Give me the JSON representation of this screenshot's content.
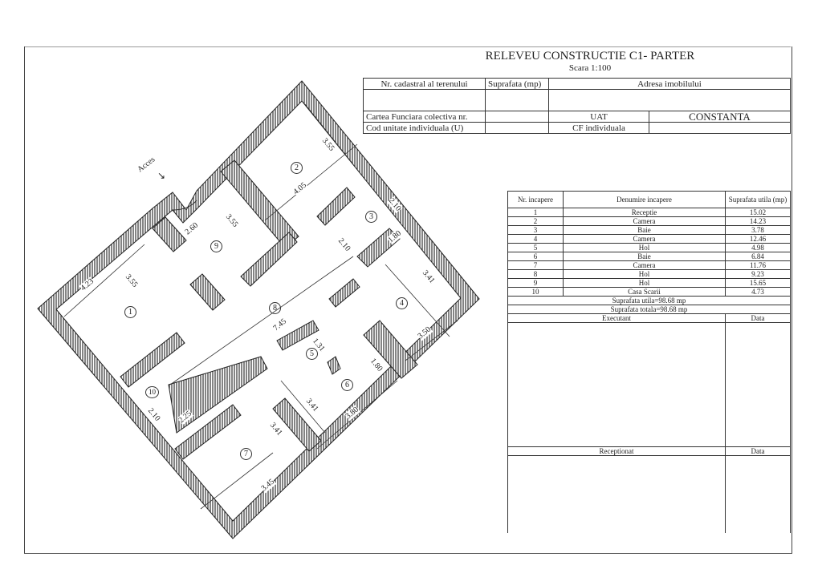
{
  "header": {
    "title": "RELEVEU CONSTRUCTIE C1- PARTER",
    "scale": "Scara 1:100"
  },
  "info_table": {
    "cadastral_label": "Nr. cadastral al terenului",
    "suprafata_label": "Suprafata (mp)",
    "adresa_label": "Adresa imobilului",
    "carte_funciara_label": "Cartea Funciara colectiva nr.",
    "uat_label": "UAT",
    "uat_value": "CONSTANTA",
    "cod_unitate_label": "Cod unitate individuala (U)",
    "cf_individuala_label": "CF individuala"
  },
  "rooms_table": {
    "headers": [
      "Nr. incapere",
      "Denumire incapere",
      "Suprafata utila (mp)"
    ],
    "rows": [
      {
        "nr": "1",
        "name": "Receptie",
        "area": "15.02"
      },
      {
        "nr": "2",
        "name": "Camera",
        "area": "14.23"
      },
      {
        "nr": "3",
        "name": "Baie",
        "area": "3.78"
      },
      {
        "nr": "4",
        "name": "Camera",
        "area": "12.46"
      },
      {
        "nr": "5",
        "name": "Hol",
        "area": "4.98"
      },
      {
        "nr": "6",
        "name": "Baie",
        "area": "6.84"
      },
      {
        "nr": "7",
        "name": "Camera",
        "area": "11.76"
      },
      {
        "nr": "8",
        "name": "Hol",
        "area": "9.23"
      },
      {
        "nr": "9",
        "name": "Hol",
        "area": "15.65"
      },
      {
        "nr": "10",
        "name": "Casa Scarii",
        "area": "4.73"
      }
    ],
    "suprafata_utila": "Suprafata utila=98.68 mp",
    "suprafata_totala": "Suprafata totala=98.68 mp",
    "executant_label": "Executant",
    "data_label": "Data",
    "receptionat_label": "Receptionat",
    "data_label_2": "Data"
  },
  "plan": {
    "access_label": "Acces",
    "room_numbers": [
      "1",
      "2",
      "3",
      "4",
      "5",
      "6",
      "7",
      "8",
      "9",
      "10"
    ],
    "dimensions": [
      "3.55",
      "4.05",
      "2.10",
      "1.80",
      "2.10",
      "3.41",
      "3.50",
      "1.80",
      "3.80",
      "3.41",
      "3.41",
      "3.45",
      "2.25",
      "2.10",
      "7.45",
      "1.31",
      "4.23",
      "3.55",
      "2.60",
      "3.55"
    ]
  }
}
